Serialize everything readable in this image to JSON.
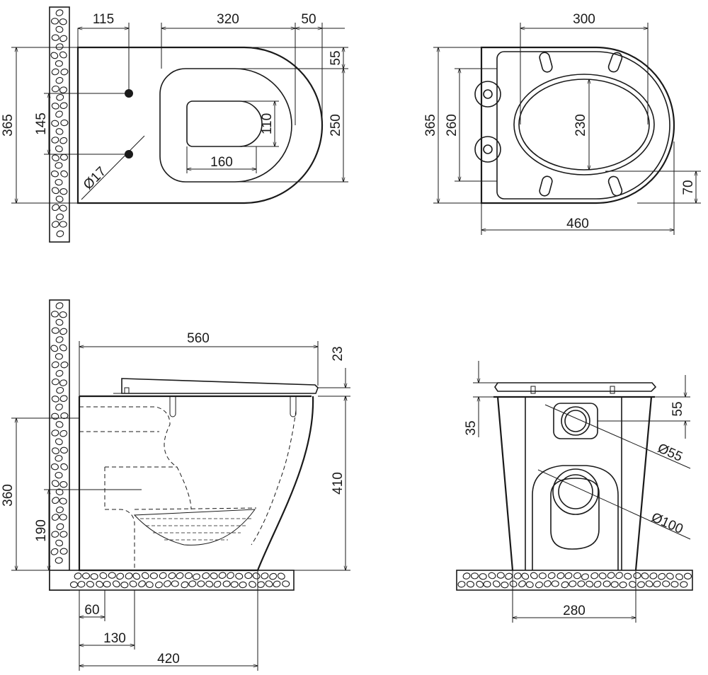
{
  "views": {
    "top": {
      "dims": {
        "wall_offset": "115",
        "bowl_length": "320",
        "rear_gap": "50",
        "front_gap": "55",
        "overall_depth": "365",
        "mount_spacing": "145",
        "bowl_depth": "250",
        "outlet_height": "110",
        "outlet_width": "160",
        "bolt_diameter": "Ø17"
      }
    },
    "seat": {
      "dims": {
        "seat_opening_width": "300",
        "overall_depth": "365",
        "hinge_spacing": "260",
        "seat_opening_depth": "230",
        "front_offset": "70",
        "overall_length": "460"
      }
    },
    "side": {
      "dims": {
        "overall_length": "560",
        "seat_thickness": "23",
        "supply_height": "360",
        "waste_height": "190",
        "overall_height": "410",
        "waste_offset": "60",
        "trap_offset": "130",
        "base_length": "420"
      }
    },
    "rear": {
      "dims": {
        "seat_gap": "35",
        "supply_offset": "55",
        "supply_diameter": "Ø55",
        "waste_diameter": "Ø100",
        "base_width": "280"
      }
    }
  }
}
